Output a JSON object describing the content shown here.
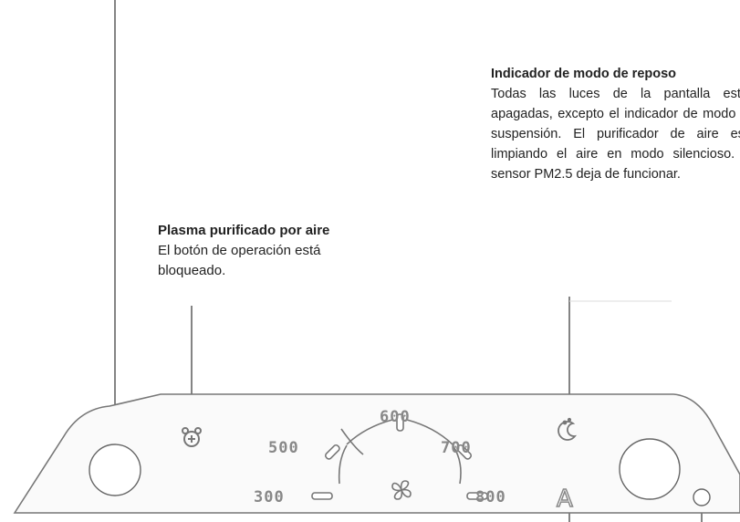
{
  "annotations": {
    "plasma": {
      "title": "Plasma purificado por aire",
      "body": "El botón de operación está bloqueado."
    },
    "sleep": {
      "title": "Indicador de modo de reposo",
      "body": "Todas las luces de la pantalla están apagadas, excepto el indicador de modo de suspensión. El purificador de aire está limpiando el aire en modo silencioso. El sensor PM2.5 deja de funcionar."
    }
  },
  "panel": {
    "scale_labels": {
      "s300": "300",
      "s500": "500",
      "s600": "600",
      "s700": "700",
      "s800": "800"
    },
    "auto_label": "A",
    "icons": [
      "power-button-icon",
      "plasma-lock-icon",
      "fan-icon",
      "sleep-moon-icon",
      "auto-mode-icon",
      "speed-button-icon",
      "timer-dot-icon"
    ]
  }
}
